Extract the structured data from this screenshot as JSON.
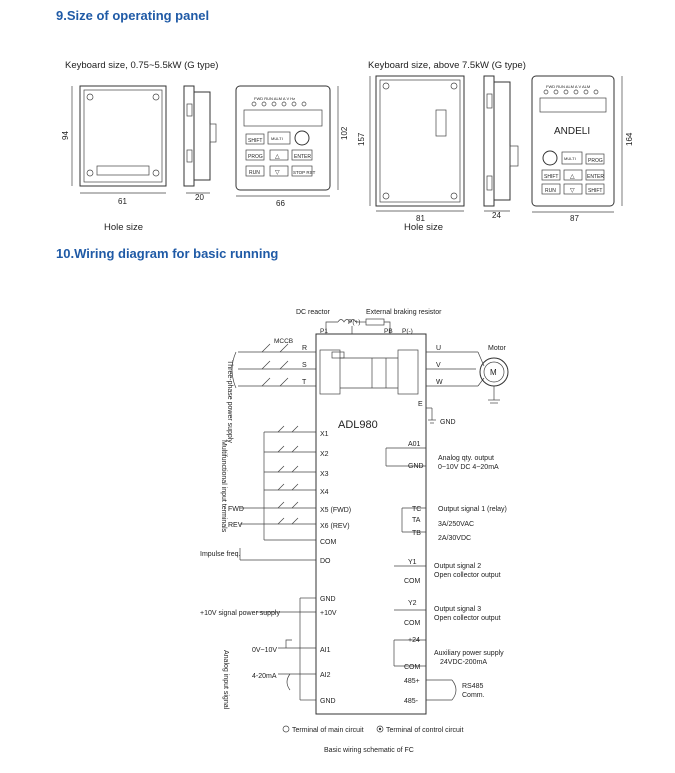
{
  "section9": {
    "title": "9.Size of operating panel"
  },
  "panel_small": {
    "label": "Keyboard size, 0.75~5.5kW (G type)",
    "dim_height": "94",
    "dim_width_back": "61",
    "dim_depth": "20",
    "dim_height_front": "102",
    "dim_width_front": "66",
    "hole_label": "Hole size",
    "leds": "FWD RUN ALM A V Hz",
    "keys": [
      "SHIFT",
      "PROG",
      "ENTER",
      "RUN",
      "STOP RST"
    ],
    "multi_key": "MULTI"
  },
  "panel_large": {
    "label": "Keyboard size, above 7.5kW (G type)",
    "dim_height": "157",
    "dim_width_back": "81",
    "dim_depth": "24",
    "dim_height_front": "164",
    "dim_width_front": "87",
    "hole_label": "Hole size",
    "brand": "ANDELI",
    "leds": "FWD RUN ALM A V ALM",
    "keys": [
      "PROG",
      "SHIFT",
      "ENTER",
      "RUN",
      "SHIFT"
    ],
    "multi_key": "MULTI"
  },
  "section10": {
    "title": "10.Wiring diagram for basic running"
  },
  "wiring": {
    "dc_reactor": "DC reactor",
    "braking_resistor": "External braking resistor",
    "p_plus": "P(+)",
    "p1": "P1",
    "pb": "PB",
    "p_minus": "P(-)",
    "mccb": "MCCB",
    "motor": "Motor",
    "motor_symbol": "M",
    "power_supply": "Three-phase power supply",
    "inputs_R": "R",
    "inputs_S": "S",
    "inputs_T": "T",
    "out_U": "U",
    "out_V": "V",
    "out_W": "W",
    "out_E": "E",
    "gnd_earth": "GND",
    "model": "ADL980",
    "multi_inputs": "Multifunctional input terminals",
    "x1": "X1",
    "x2": "X2",
    "x3": "X3",
    "x4": "X4",
    "x5": "X5 (FWD)",
    "x6": "X6 (REV)",
    "fwd": "FWD",
    "rev": "REV",
    "com": "COM",
    "impulse": "Impulse freq.",
    "do": "DO",
    "gnd1": "GND",
    "plus10v": "+10V",
    "supply10": "+10V signal power supply",
    "analog_input": "Analog input signal",
    "v010": "0V~10V",
    "ma420": "4-20mA",
    "ai1": "AI1",
    "ai2": "AI2",
    "gnd2": "GND",
    "a01": "A01",
    "gnd3": "GND",
    "analog_out1": "Analog qty. output",
    "analog_out2": "0~10V DC   4~20mA",
    "tc": "TC",
    "ta": "TA",
    "tb": "TB",
    "relay1": "Output signal 1 (relay)",
    "relay2": "3A/250VAC",
    "relay3": "2A/30VDC",
    "y1": "Y1",
    "com_y1": "COM",
    "out2a": "Output signal 2",
    "out2b": "Open collector output",
    "y2": "Y2",
    "com_y2": "COM",
    "out3a": "Output signal 3",
    "out3b": "Open collector output",
    "p24": "+24",
    "com24": "COM",
    "aux1": "Auxiliary power supply",
    "aux2": "24VDC-200mA",
    "rs_plus": "485+",
    "rs_minus": "485-",
    "rs1": "RS485",
    "rs2": "Comm.",
    "legend_main": "Terminal of main circuit",
    "legend_ctrl": "Terminal of control circuit",
    "caption": "Basic wiring schematic of FC"
  }
}
